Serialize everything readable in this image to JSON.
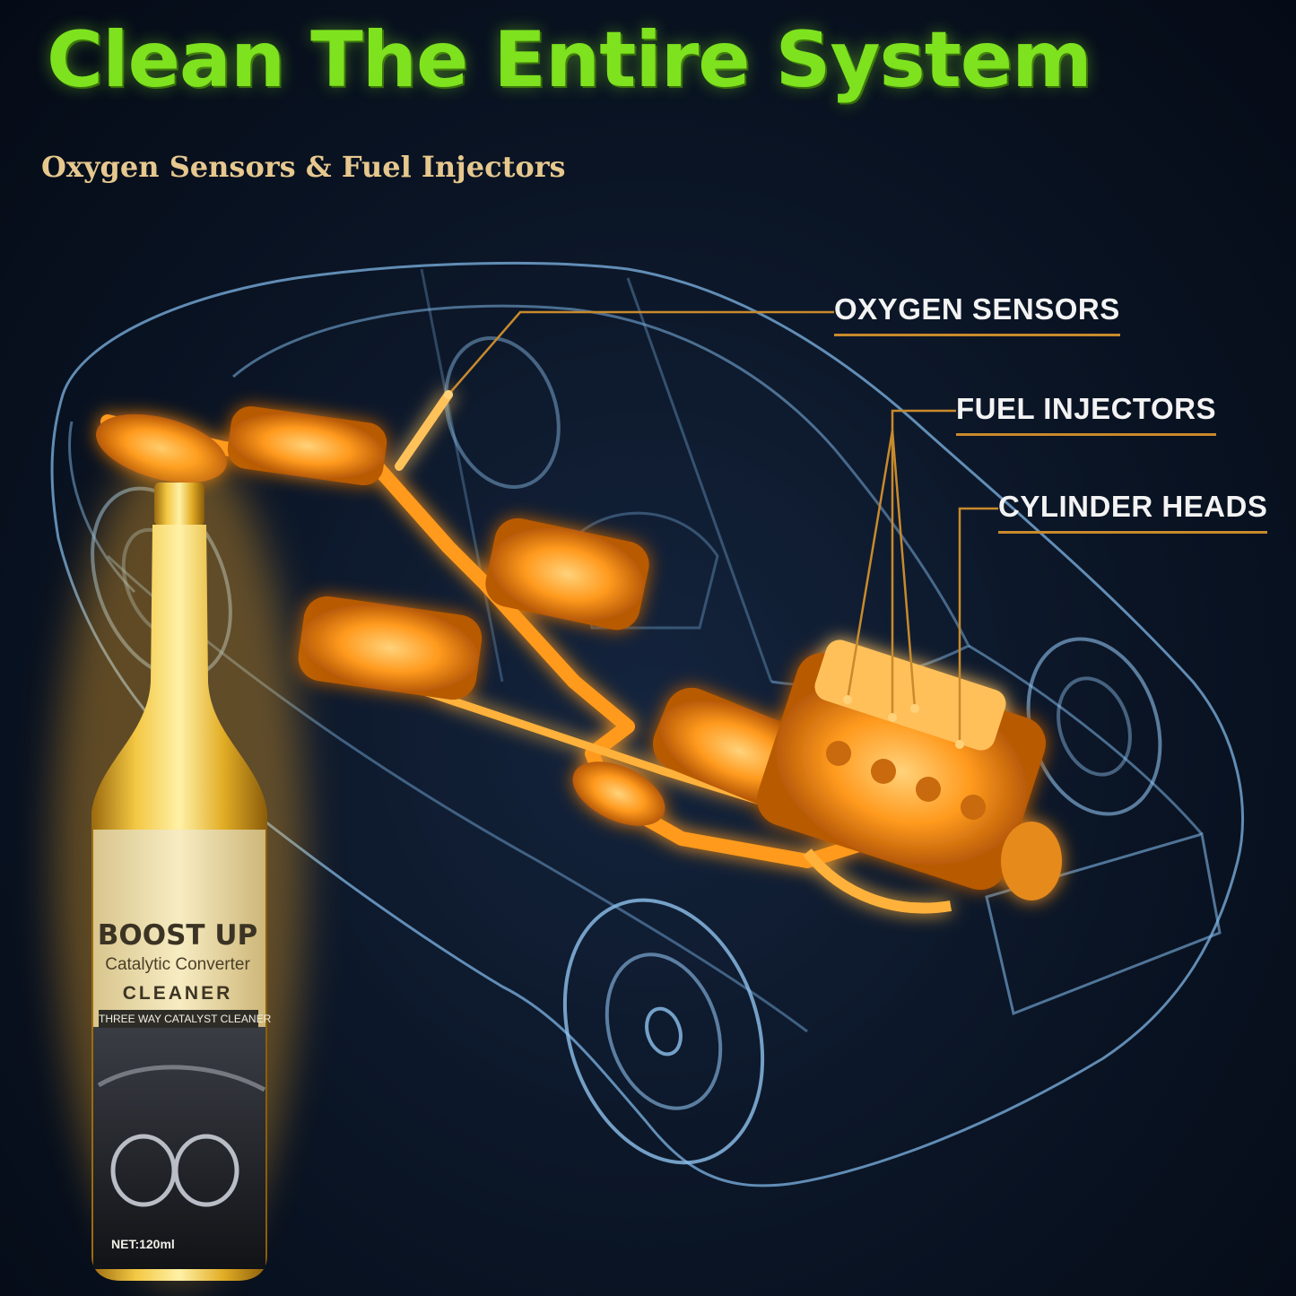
{
  "headline": "Clean The Entire System",
  "subheadline": "Oxygen Sensors & Fuel Injectors",
  "callouts": {
    "oxygen": "OXYGEN SENSORS",
    "fuel": "FUEL INJECTORS",
    "cylinder": "CYLINDER HEADS"
  },
  "bottle": {
    "brand": "BOOST UP",
    "product_line": "Catalytic Converter",
    "product_type": "CLEANER",
    "strip": "THREE WAY CATALYST CLEANER",
    "net": "NET:120ml"
  },
  "colors": {
    "headline": "#7ee21f",
    "subheadline": "#e6c88e",
    "callout_line": "#c98a2b",
    "car_wire": "#7fb6e6",
    "glow": "#ff9a1e"
  }
}
